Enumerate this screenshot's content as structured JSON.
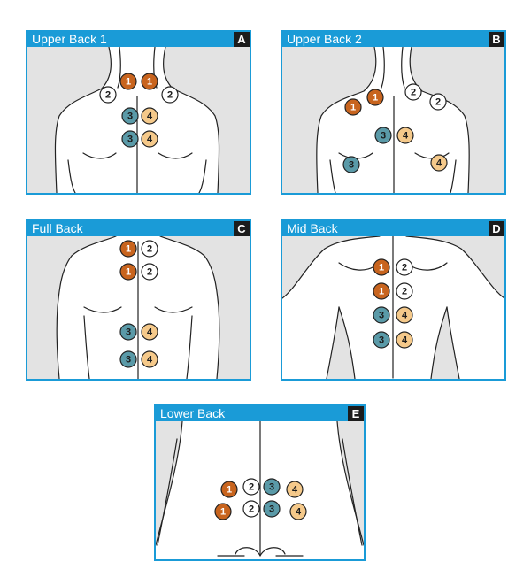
{
  "colors": {
    "header": "#1a9bd7",
    "badge": "#1c1c1c",
    "background": "#e3e3e3",
    "point_1": "#c8641e",
    "point_2": "#ffffff",
    "point_3": "#5a9aa8",
    "point_4": "#f5c98a"
  },
  "panels": [
    {
      "title": "Upper Back 1",
      "letter": "A",
      "points": [
        {
          "label": "1"
        },
        {
          "label": "1"
        },
        {
          "label": "2"
        },
        {
          "label": "2"
        },
        {
          "label": "3"
        },
        {
          "label": "4"
        },
        {
          "label": "3"
        },
        {
          "label": "4"
        }
      ]
    },
    {
      "title": "Upper Back 2",
      "letter": "B",
      "points": [
        {
          "label": "1"
        },
        {
          "label": "1"
        },
        {
          "label": "2"
        },
        {
          "label": "2"
        },
        {
          "label": "3"
        },
        {
          "label": "4"
        },
        {
          "label": "3"
        },
        {
          "label": "4"
        }
      ]
    },
    {
      "title": "Full Back",
      "letter": "C",
      "points": [
        {
          "label": "1"
        },
        {
          "label": "2"
        },
        {
          "label": "1"
        },
        {
          "label": "2"
        },
        {
          "label": "3"
        },
        {
          "label": "4"
        },
        {
          "label": "3"
        },
        {
          "label": "4"
        }
      ]
    },
    {
      "title": "Mid Back",
      "letter": "D",
      "points": [
        {
          "label": "1"
        },
        {
          "label": "2"
        },
        {
          "label": "1"
        },
        {
          "label": "2"
        },
        {
          "label": "3"
        },
        {
          "label": "4"
        },
        {
          "label": "3"
        },
        {
          "label": "4"
        }
      ]
    },
    {
      "title": "Lower Back",
      "letter": "E",
      "points": [
        {
          "label": "1"
        },
        {
          "label": "2"
        },
        {
          "label": "3"
        },
        {
          "label": "4"
        },
        {
          "label": "1"
        },
        {
          "label": "2"
        },
        {
          "label": "3"
        },
        {
          "label": "4"
        }
      ]
    }
  ]
}
